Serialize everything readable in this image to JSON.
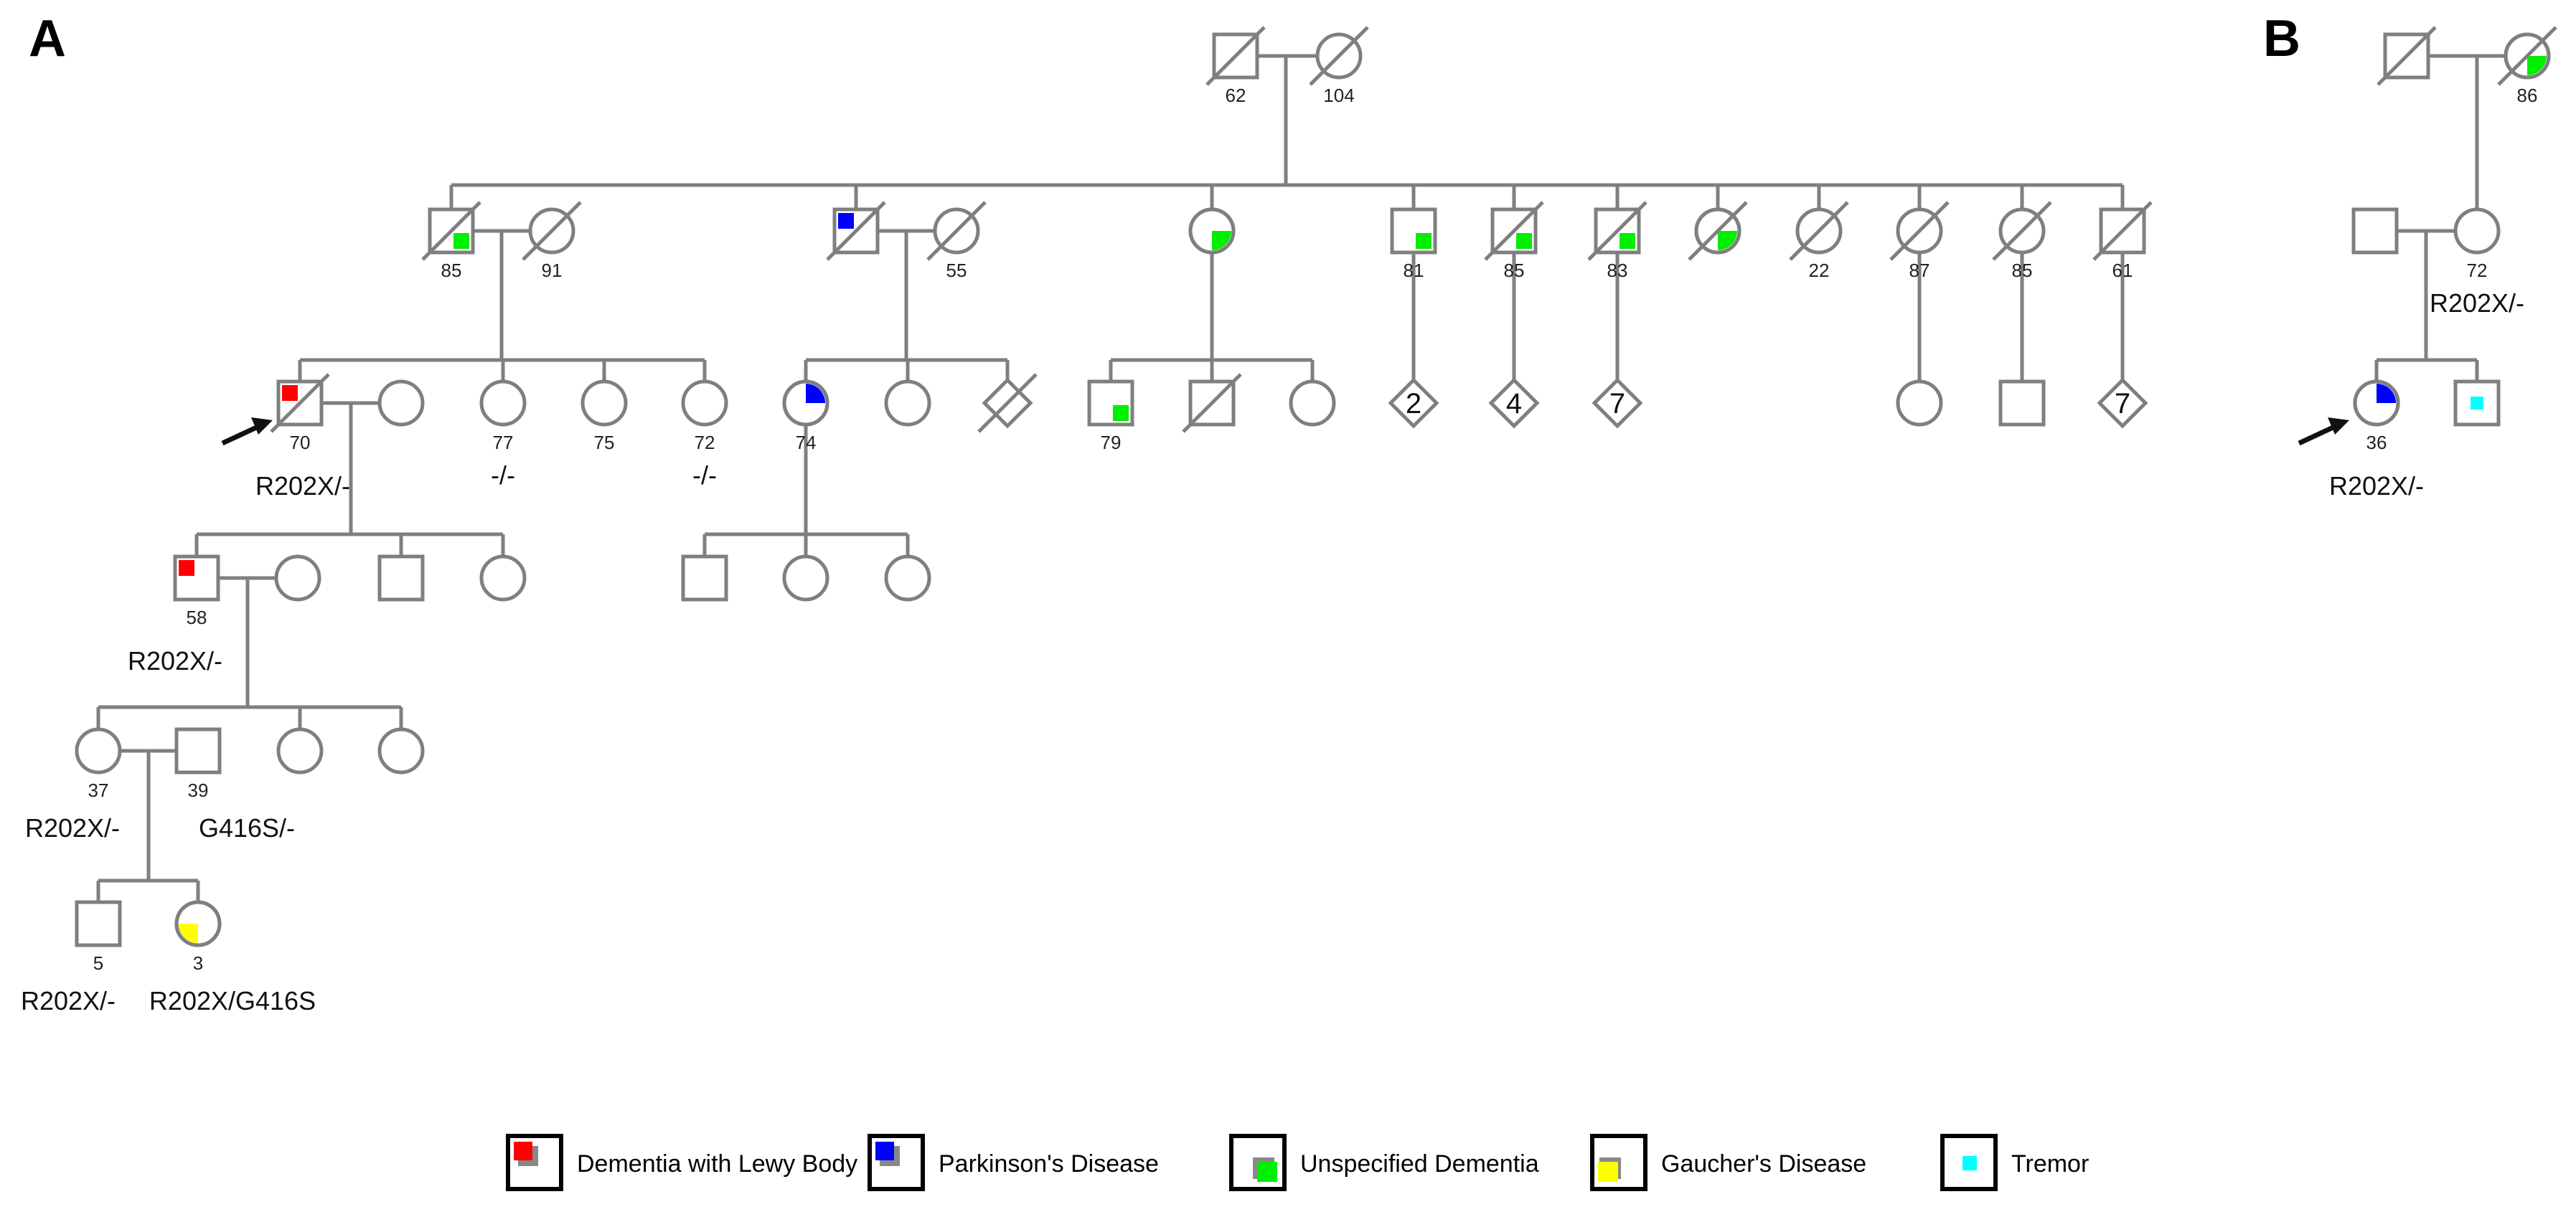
{
  "panels": [
    {
      "id": "A",
      "label": "A"
    },
    {
      "id": "B",
      "label": "B"
    }
  ],
  "colors": {
    "line": "#7f7f7f",
    "dementia_lewy": "#ff0000",
    "parkinsons": "#0000ff",
    "unspecified_dementia": "#00ee00",
    "gaucher": "#ffff00",
    "tremor": "#00ffff"
  },
  "panelA": {
    "gen1": [
      {
        "id": "a-gf",
        "sex": "male",
        "deceased": true,
        "age": "62"
      },
      {
        "id": "a-gm",
        "sex": "female",
        "deceased": true,
        "age": "104"
      }
    ],
    "gen2": [
      {
        "id": "a-s1",
        "sex": "male",
        "deceased": true,
        "age": "85",
        "affected": "unspecified_dementia"
      },
      {
        "id": "a-s1-sp",
        "sex": "female",
        "deceased": true,
        "age": "91"
      },
      {
        "id": "a-s2",
        "sex": "male",
        "deceased": true,
        "age": "",
        "affected": "parkinsons"
      },
      {
        "id": "a-s2-sp",
        "sex": "female",
        "deceased": true,
        "age": "55"
      },
      {
        "id": "a-s3",
        "sex": "female",
        "deceased": false,
        "age": "",
        "affected": "unspecified_dementia"
      },
      {
        "id": "a-s4",
        "sex": "male",
        "deceased": false,
        "age": "81",
        "affected": "unspecified_dementia"
      },
      {
        "id": "a-s5",
        "sex": "male",
        "deceased": true,
        "age": "85",
        "affected": "unspecified_dementia"
      },
      {
        "id": "a-s6",
        "sex": "male",
        "deceased": true,
        "age": "83",
        "affected": "unspecified_dementia"
      },
      {
        "id": "a-s7",
        "sex": "female",
        "deceased": true,
        "age": "",
        "affected": "unspecified_dementia"
      },
      {
        "id": "a-s8",
        "sex": "female",
        "deceased": true,
        "age": "22"
      },
      {
        "id": "a-s9",
        "sex": "female",
        "deceased": true,
        "age": "87"
      },
      {
        "id": "a-s10",
        "sex": "female",
        "deceased": true,
        "age": "85"
      },
      {
        "id": "a-s11",
        "sex": "male",
        "deceased": true,
        "age": "61"
      }
    ],
    "gen3": [
      {
        "id": "a-proband",
        "sex": "male",
        "deceased": true,
        "age": "70",
        "genotype": "R202X/-",
        "affected": "dementia_lewy",
        "proband": true
      },
      {
        "id": "a-g3-2",
        "sex": "female",
        "age": ""
      },
      {
        "id": "a-g3-3",
        "sex": "female",
        "age": "77",
        "genotype": "-/-"
      },
      {
        "id": "a-g3-4",
        "sex": "female",
        "age": "75"
      },
      {
        "id": "a-g3-5",
        "sex": "female",
        "age": "72",
        "genotype": "-/-"
      },
      {
        "id": "a-g3-6",
        "sex": "female",
        "age": "74",
        "affected": "parkinsons"
      },
      {
        "id": "a-g3-7",
        "sex": "female",
        "age": ""
      },
      {
        "id": "a-g3-8",
        "sex": "unknown",
        "deceased": true,
        "age": ""
      },
      {
        "id": "a-g3-9",
        "sex": "male",
        "age": "79",
        "affected": "unspecified_dementia"
      },
      {
        "id": "a-g3-10",
        "sex": "male",
        "deceased": true,
        "age": ""
      },
      {
        "id": "a-g3-11",
        "sex": "female",
        "age": ""
      },
      {
        "id": "a-g3-12",
        "sex": "unknown",
        "count": "2"
      },
      {
        "id": "a-g3-13",
        "sex": "unknown",
        "count": "4"
      },
      {
        "id": "a-g3-14",
        "sex": "unknown",
        "count": "7"
      },
      {
        "id": "a-g3-15",
        "sex": "female",
        "age": ""
      },
      {
        "id": "a-g3-16",
        "sex": "male",
        "age": ""
      },
      {
        "id": "a-g3-17",
        "sex": "unknown",
        "count": "7"
      }
    ],
    "gen4": [
      {
        "id": "a-g4-1",
        "sex": "male",
        "age": "58",
        "genotype": "R202X/-",
        "affected": "dementia_lewy"
      },
      {
        "id": "a-g4-2",
        "sex": "female"
      },
      {
        "id": "a-g4-3",
        "sex": "male"
      },
      {
        "id": "a-g4-4",
        "sex": "female"
      },
      {
        "id": "a-g4-5",
        "sex": "male"
      },
      {
        "id": "a-g4-6",
        "sex": "female"
      },
      {
        "id": "a-g4-7",
        "sex": "female"
      }
    ],
    "gen5": [
      {
        "id": "a-g5-1",
        "sex": "female",
        "age": "37",
        "genotype": "R202X/-"
      },
      {
        "id": "a-g5-2",
        "sex": "male",
        "age": "39",
        "genotype": "G416S/-"
      },
      {
        "id": "a-g5-3",
        "sex": "female"
      },
      {
        "id": "a-g5-4",
        "sex": "female"
      }
    ],
    "gen6": [
      {
        "id": "a-g6-1",
        "sex": "male",
        "age": "5",
        "genotype": "R202X/-"
      },
      {
        "id": "a-g6-2",
        "sex": "female",
        "age": "3",
        "genotype": "R202X/G416S",
        "affected": "gaucher"
      }
    ]
  },
  "panelB": {
    "gen1": [
      {
        "id": "b-gf",
        "sex": "male",
        "deceased": true
      },
      {
        "id": "b-gm",
        "sex": "female",
        "deceased": true,
        "age": "86",
        "affected": "unspecified_dementia"
      }
    ],
    "gen2": [
      {
        "id": "b-f",
        "sex": "male"
      },
      {
        "id": "b-m",
        "sex": "female",
        "age": "72",
        "genotype": "R202X/-"
      }
    ],
    "gen3": [
      {
        "id": "b-proband",
        "sex": "female",
        "age": "36",
        "genotype": "R202X/-",
        "affected": "parkinsons",
        "proband": true
      },
      {
        "id": "b-brother",
        "sex": "male",
        "affected": "tremor"
      }
    ]
  },
  "legend": [
    {
      "key": "dementia_lewy",
      "label": "Dementia with Lewy Body"
    },
    {
      "key": "parkinsons",
      "label": "Parkinson's Disease"
    },
    {
      "key": "unspecified_dementia",
      "label": "Unspecified Dementia"
    },
    {
      "key": "gaucher",
      "label": "Gaucher's Disease"
    },
    {
      "key": "tremor",
      "label": "Tremor"
    }
  ]
}
